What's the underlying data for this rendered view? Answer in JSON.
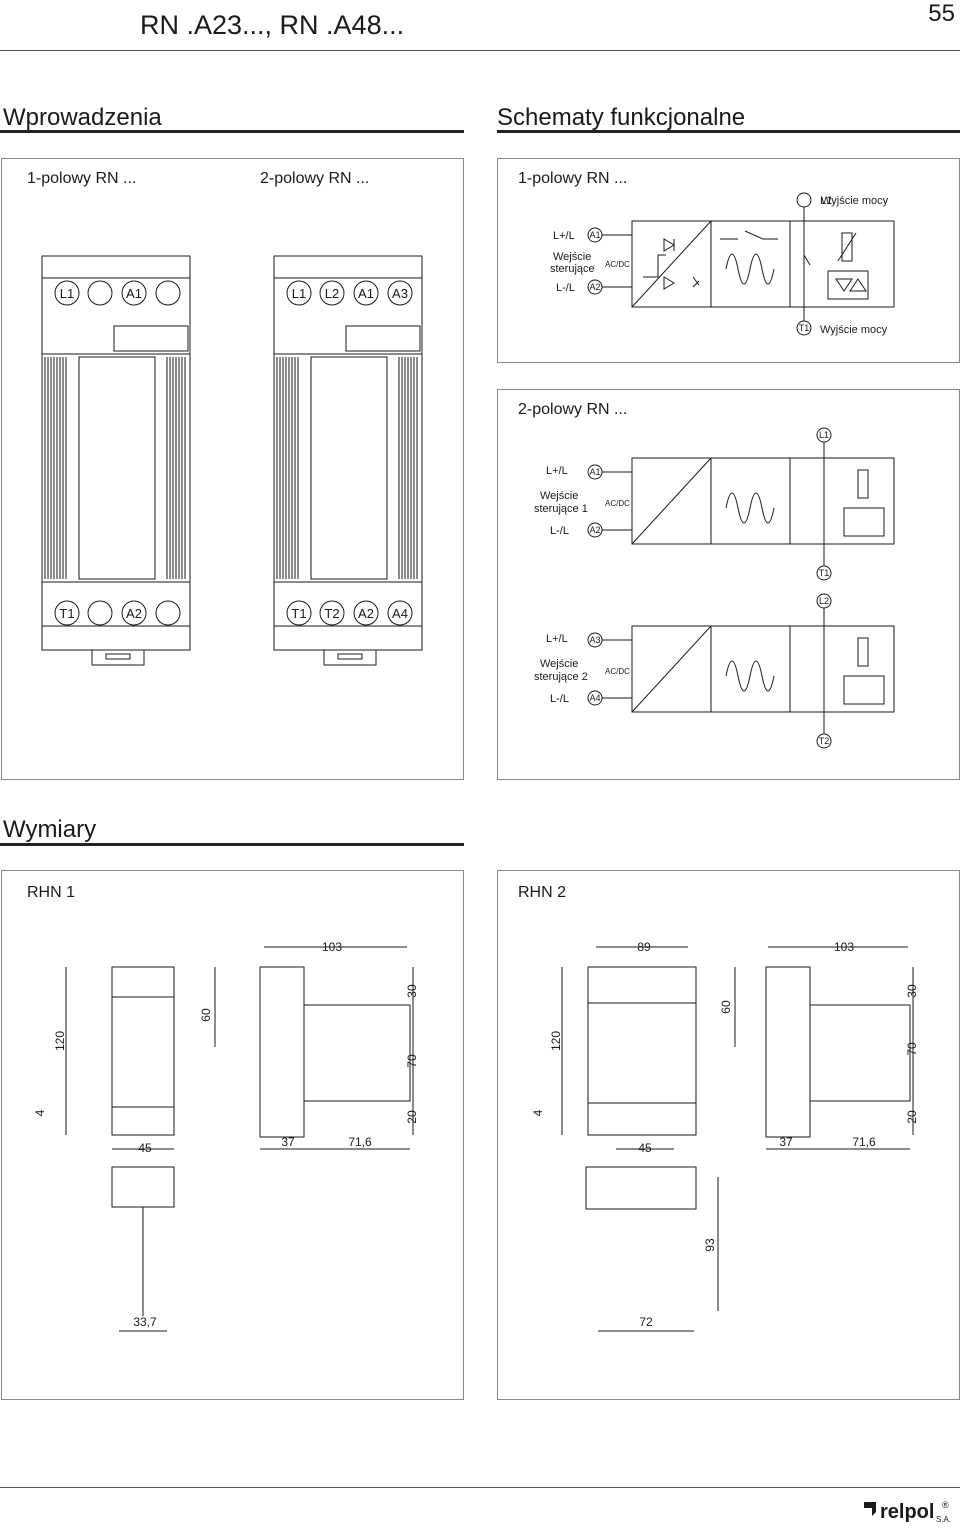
{
  "header": {
    "title": "RN .A23..., RN .A48...",
    "page_number": "55"
  },
  "sections": {
    "intro": "Wprowadzenia",
    "schematics": "Schematy funkcjonalne",
    "dimensions": "Wymiary"
  },
  "intro_panel": {
    "one_pole": "1-polowy RN ...",
    "two_pole": "2-polowy RN ...",
    "one_pole_top": [
      "L1",
      "A1"
    ],
    "one_pole_bottom": [
      "T1",
      "A2"
    ],
    "two_pole_top": [
      "L1",
      "L2",
      "A1",
      "A3"
    ],
    "two_pole_bottom": [
      "T1",
      "T2",
      "A2",
      "A4"
    ]
  },
  "schema_one": {
    "title": "1-polowy RN ...",
    "l1": "L1",
    "out_top": "Wyjście mocy",
    "t1": "T1",
    "out_bottom": "Wyjście mocy",
    "lplus": "L+/L",
    "input_line1": "Wejście",
    "input_line2": "sterujące",
    "lminus": "L-/L",
    "a1": "A1",
    "a2": "A2",
    "acdc": "AC/DC"
  },
  "schema_two": {
    "title": "2-polowy RN ...",
    "l1": "L1",
    "t1": "T1",
    "l2": "L2",
    "t2": "T2",
    "ch1": {
      "lplus": "L+/L",
      "input_line1": "Wejście",
      "input_line2": "sterujące 1",
      "lminus": "L-/L",
      "a_top": "A1",
      "a_bot": "A2",
      "acdc": "AC/DC"
    },
    "ch2": {
      "lplus": "L+/L",
      "input_line1": "Wejście",
      "input_line2": "sterujące 2",
      "lminus": "L-/L",
      "a_top": "A3",
      "a_bot": "A4",
      "acdc": "AC/DC"
    }
  },
  "rhn1": {
    "title": "RHN 1",
    "dims": {
      "w103": "103",
      "d30": "30",
      "d60": "60",
      "d120": "120",
      "d70": "70",
      "d4": "4",
      "d20": "20",
      "w45": "45",
      "w37": "37",
      "w71": "71,6",
      "w33": "33,7"
    }
  },
  "rhn2": {
    "title": "RHN 2",
    "dims": {
      "w89": "89",
      "w103": "103",
      "d30": "30",
      "d60": "60",
      "d120": "120",
      "d70": "70",
      "d4": "4",
      "d20": "20",
      "w45": "45",
      "w37": "37",
      "w71": "71,6",
      "d93": "93",
      "w72": "72"
    }
  },
  "footer": {
    "brand": "relpol",
    "suffix": "S.A.",
    "reg": "®"
  },
  "colors": {
    "line": "#1a1a1a",
    "panel_border": "#8a8a8a"
  }
}
